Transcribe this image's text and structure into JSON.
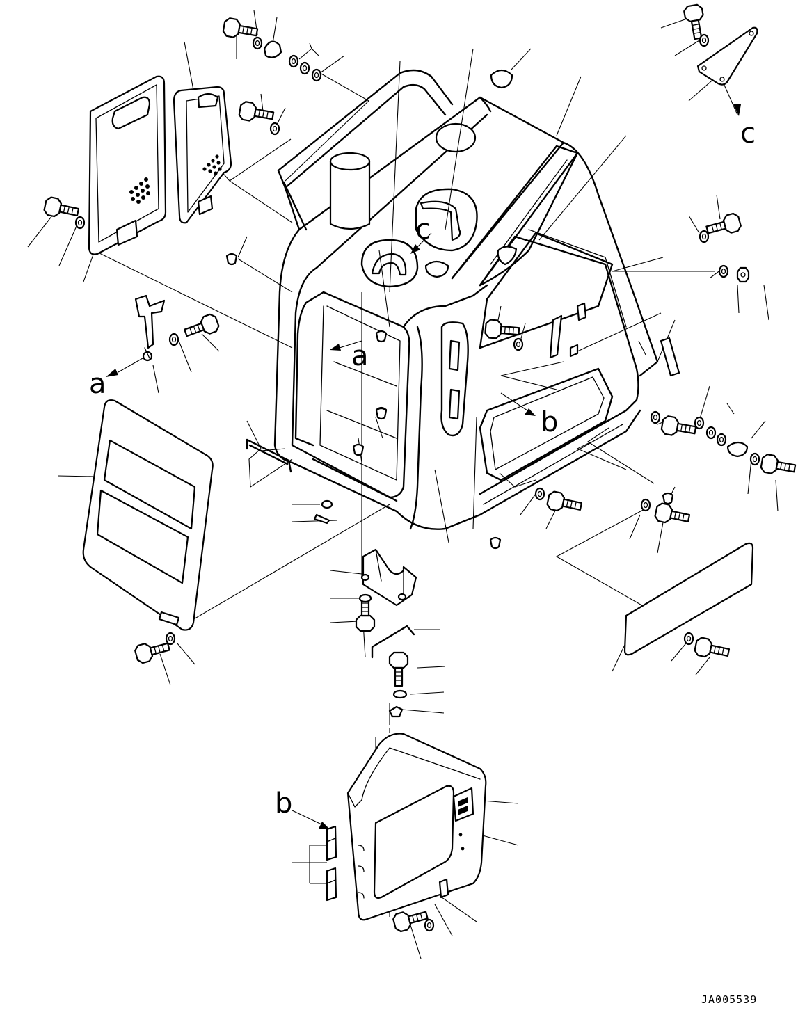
{
  "figure": {
    "drawing_code": "JA005539",
    "callouts": {
      "a_top": "a",
      "a_side": "a",
      "b_top": "b",
      "b_side": "b",
      "c_top": "c",
      "c_side": "c"
    }
  }
}
